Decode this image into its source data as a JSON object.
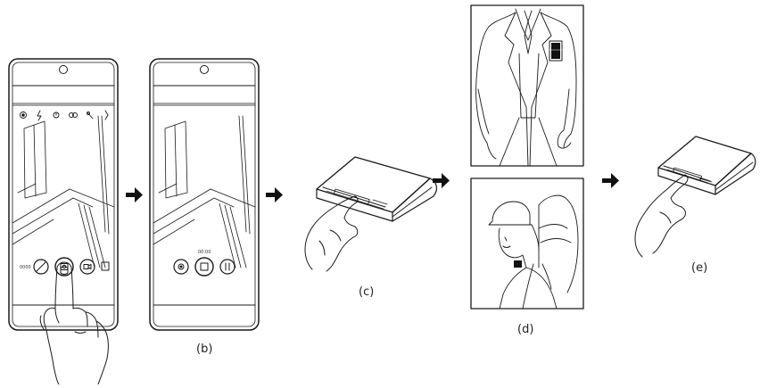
{
  "figure": {
    "labels": {
      "b": "(b)",
      "c": "(c)",
      "d": "(d)",
      "e": "(e)"
    },
    "phone_a": {
      "mode_left_text": "0000"
    },
    "phone_b": {
      "timer_text": "00:00"
    },
    "icons": {
      "flow_arrow": "right-arrow-icon",
      "settings": "gear-icon",
      "camera_capture": "camera-icon",
      "video_record": "video-icon",
      "record_stop": "stop-icon",
      "record_pause": "pause-icon"
    }
  }
}
